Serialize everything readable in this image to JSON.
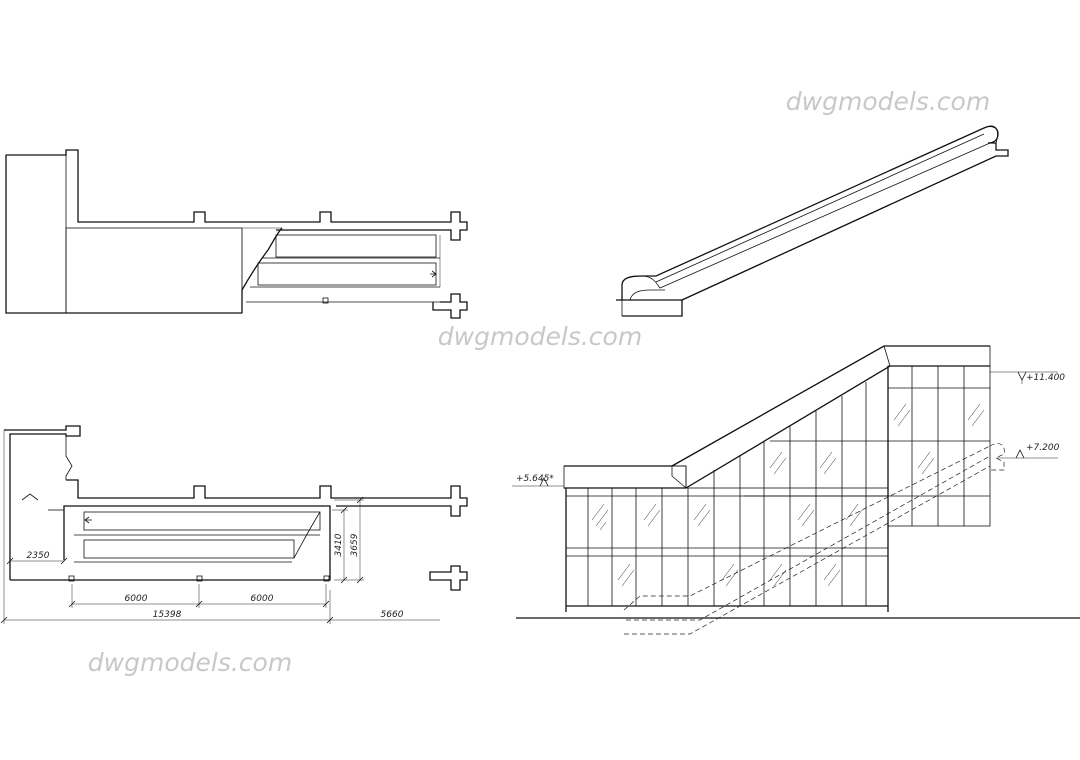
{
  "watermarks": [
    "dwgmodels.com",
    "dwgmodels.com",
    "dwgmodels.com"
  ],
  "plan_dimensions": {
    "span_left": "6000",
    "span_right": "6000",
    "total_length": "15398",
    "extension": "5660",
    "offset": "2350",
    "inner_height": "3410",
    "outer_height": "3659"
  },
  "elevation_levels": {
    "top": "+11.400",
    "middle": "+7.200",
    "entry": "+5.645*"
  }
}
